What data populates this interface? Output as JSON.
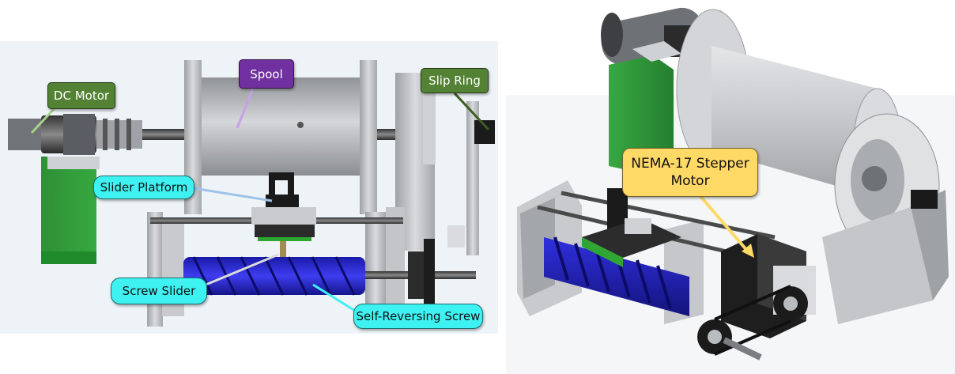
{
  "labels": {
    "dc_motor": "DC Motor",
    "spool": "Spool",
    "slip_ring": "Slip Ring",
    "slider_platform": "Slider Platform",
    "screw_slider": "Screw Slider",
    "self_reversing_screw": "Self-Reversing Screw",
    "nema_stepper": "NEMA-17 Stepper Motor"
  },
  "colors": {
    "dc_motor_label": "#548235",
    "spool_label": "#7030a0",
    "slip_ring_label": "#548235",
    "cyan_label": "#3ff2f2",
    "stepper_label": "#ffd966",
    "green_block": "#2f9e3c",
    "blue_screw": "#2a2ad0",
    "grey_metal": "#b9bcc0",
    "dark_part": "#1e1e1e"
  }
}
